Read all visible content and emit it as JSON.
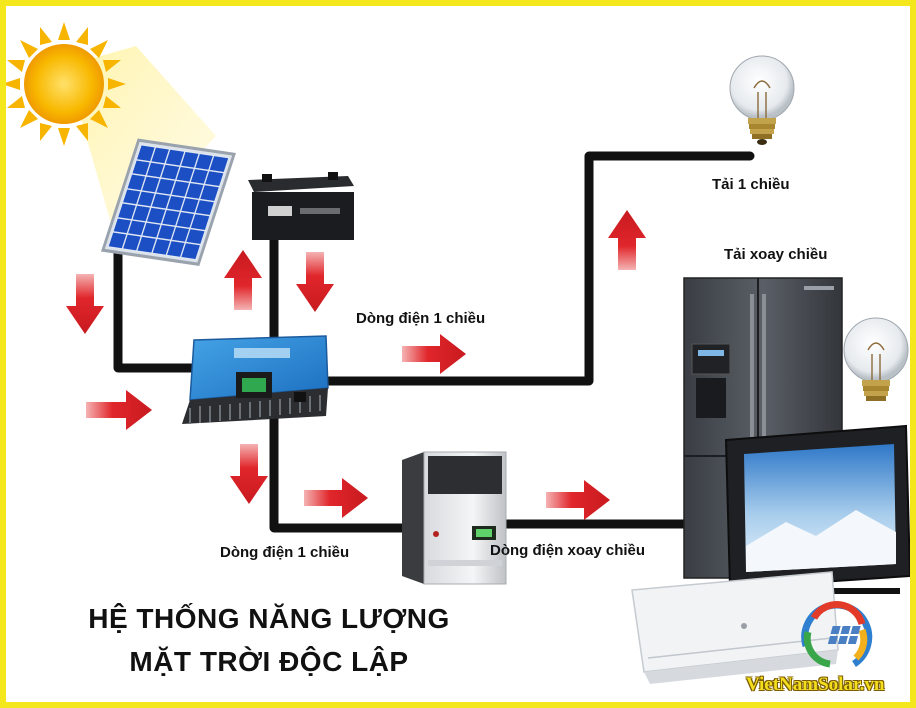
{
  "title": {
    "line1": "HỆ THỐNG NĂNG LƯỢNG",
    "line2": "MẶT TRỜI ĐỘC LẬP"
  },
  "labels": {
    "dc_load": "Tải 1 chiều",
    "ac_load": "Tải xoay chiều",
    "dc_current_upper": "Dòng điện 1 chiều",
    "dc_current_lower": "Dòng điện 1 chiều",
    "ac_current": "Dòng điện xoay chiều"
  },
  "brand": {
    "name": "VietNamSolar.vn"
  },
  "colors": {
    "frame": "#f4e81c",
    "wire": "#111111",
    "arrow": "#d8262a",
    "sun": "#f7b500",
    "panel": "#1d4fc4"
  }
}
